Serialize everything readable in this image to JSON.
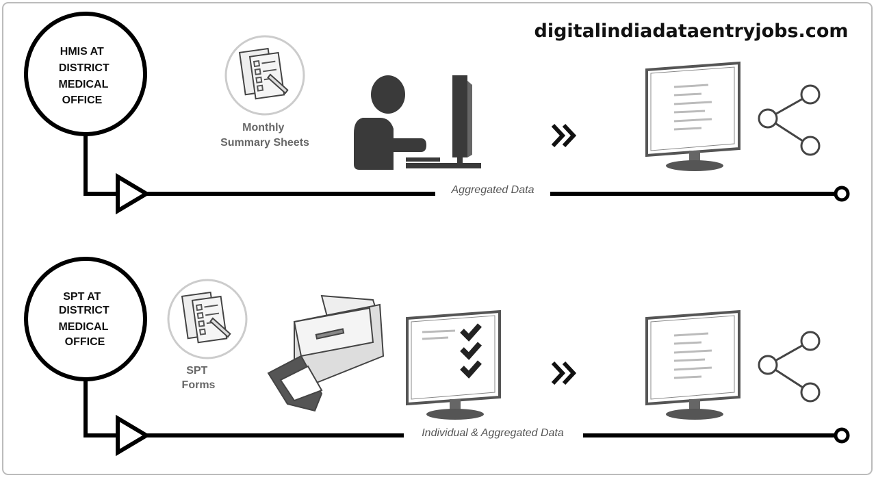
{
  "watermark": "digitalindiadataentryjobs.com",
  "rows": [
    {
      "node_lines": [
        "HMIS AT",
        "DISTRICT",
        "MEDICAL",
        "OFFICE"
      ],
      "input_caption_lines": [
        "Monthly",
        "Summary Sheets"
      ],
      "flow_label": "Aggregated Data",
      "icons": [
        "document-sheets-icon",
        "person-at-computer-icon",
        "double-chevron-icon",
        "monitor-icon",
        "share-icon"
      ]
    },
    {
      "node_lines": [
        "SPT AT",
        "DISTRICT",
        "MEDICAL",
        "OFFICE"
      ],
      "input_caption_lines": [
        "SPT",
        "Forms"
      ],
      "flow_label": "Individual & Aggregated Data",
      "icons": [
        "document-sheets-icon",
        "scanner-icon",
        "monitor-checklist-icon",
        "double-chevron-icon",
        "monitor-icon",
        "share-icon"
      ]
    }
  ],
  "colors": {
    "line": "#000000",
    "icon": "#3a3a3a",
    "caption": "#666666"
  }
}
